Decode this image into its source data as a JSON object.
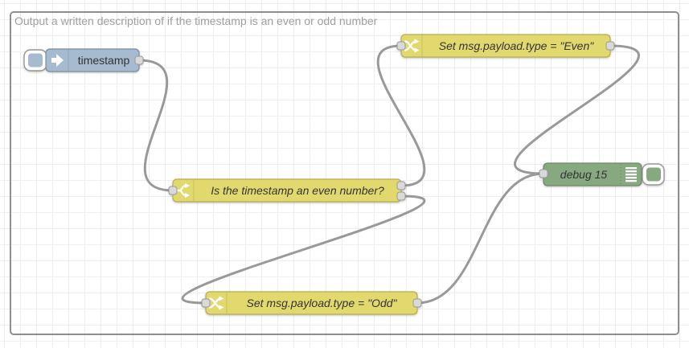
{
  "workspace": {
    "group_label": "Output a written description of if the timestamp is an even or odd number",
    "colors": {
      "inject_node": "#a6bbcf",
      "inject_border": "#7b8d9d",
      "function_node": "#e2d96e",
      "function_border": "#b8ae52",
      "debug_node": "#87a980",
      "debug_border": "#6e8a66",
      "wire": "#999999",
      "grid_line": "#eeeeee",
      "group_border": "#8f8f8f",
      "group_label": "#9e9e9e",
      "node_label": "#333333",
      "port_fill": "#d9d9d9"
    }
  },
  "nodes": {
    "inject": {
      "type": "inject",
      "label": "timestamp",
      "icon": "arrow-in-icon",
      "has_button": true
    },
    "switch": {
      "type": "switch",
      "label": "Is the timestamp an even number?",
      "icon": "switch-icon",
      "outputs": 2
    },
    "change_even": {
      "type": "change",
      "label": "Set msg.payload.type = \"Even\"",
      "icon": "shuffle-icon"
    },
    "change_odd": {
      "type": "change",
      "label": "Set msg.payload.type = \"Odd\"",
      "icon": "shuffle-icon"
    },
    "debug": {
      "type": "debug",
      "label": "debug 15",
      "icon": "list-icon",
      "has_button": true
    }
  },
  "wires": [
    {
      "from": "inject",
      "to": "switch"
    },
    {
      "from": "switch:output1",
      "to": "change_even"
    },
    {
      "from": "switch:output2",
      "to": "change_odd"
    },
    {
      "from": "change_even",
      "to": "debug"
    },
    {
      "from": "change_odd",
      "to": "debug"
    }
  ]
}
